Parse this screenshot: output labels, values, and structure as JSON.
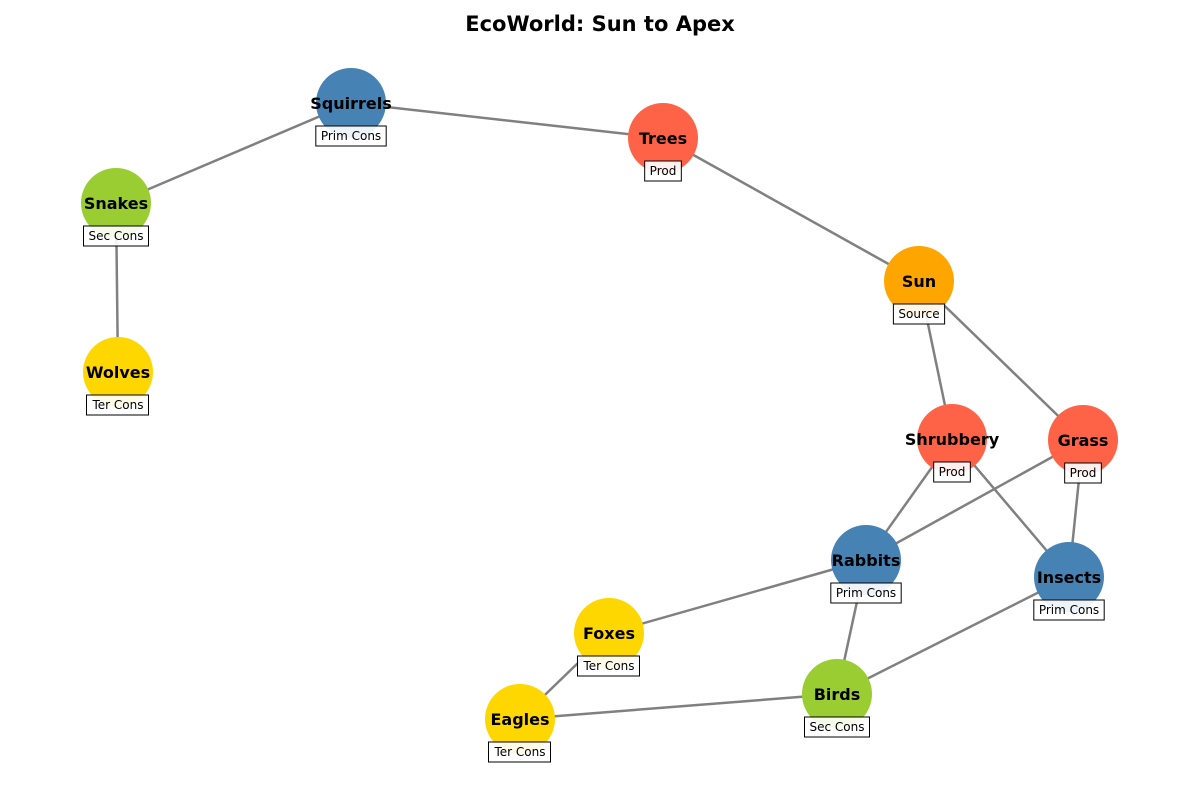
{
  "title": "EcoWorld: Sun to Apex",
  "colors": {
    "source": "#FFA500",
    "producer": "#FF6347",
    "primary_consumer": "#4682B4",
    "secondary_consumer": "#9ACD32",
    "tertiary_consumer": "#FFD700",
    "edge": "#808080"
  },
  "nodes": [
    {
      "id": "sun",
      "label": "Sun",
      "role": "Source",
      "kind": "source"
    },
    {
      "id": "trees",
      "label": "Trees",
      "role": "Prod",
      "kind": "producer"
    },
    {
      "id": "shrubbery",
      "label": "Shrubbery",
      "role": "Prod",
      "kind": "producer"
    },
    {
      "id": "grass",
      "label": "Grass",
      "role": "Prod",
      "kind": "producer"
    },
    {
      "id": "squirrels",
      "label": "Squirrels",
      "role": "Prim Cons",
      "kind": "primary_consumer"
    },
    {
      "id": "rabbits",
      "label": "Rabbits",
      "role": "Prim Cons",
      "kind": "primary_consumer"
    },
    {
      "id": "insects",
      "label": "Insects",
      "role": "Prim Cons",
      "kind": "primary_consumer"
    },
    {
      "id": "snakes",
      "label": "Snakes",
      "role": "Sec Cons",
      "kind": "secondary_consumer"
    },
    {
      "id": "birds",
      "label": "Birds",
      "role": "Sec Cons",
      "kind": "secondary_consumer"
    },
    {
      "id": "wolves",
      "label": "Wolves",
      "role": "Ter Cons",
      "kind": "tertiary_consumer"
    },
    {
      "id": "foxes",
      "label": "Foxes",
      "role": "Ter Cons",
      "kind": "tertiary_consumer"
    },
    {
      "id": "eagles",
      "label": "Eagles",
      "role": "Ter Cons",
      "kind": "tertiary_consumer"
    }
  ],
  "edges": [
    [
      "sun",
      "trees"
    ],
    [
      "sun",
      "shrubbery"
    ],
    [
      "sun",
      "grass"
    ],
    [
      "trees",
      "squirrels"
    ],
    [
      "squirrels",
      "snakes"
    ],
    [
      "snakes",
      "wolves"
    ],
    [
      "shrubbery",
      "rabbits"
    ],
    [
      "shrubbery",
      "insects"
    ],
    [
      "grass",
      "rabbits"
    ],
    [
      "grass",
      "insects"
    ],
    [
      "rabbits",
      "foxes"
    ],
    [
      "rabbits",
      "birds"
    ],
    [
      "insects",
      "birds"
    ],
    [
      "foxes",
      "eagles"
    ],
    [
      "birds",
      "eagles"
    ]
  ]
}
